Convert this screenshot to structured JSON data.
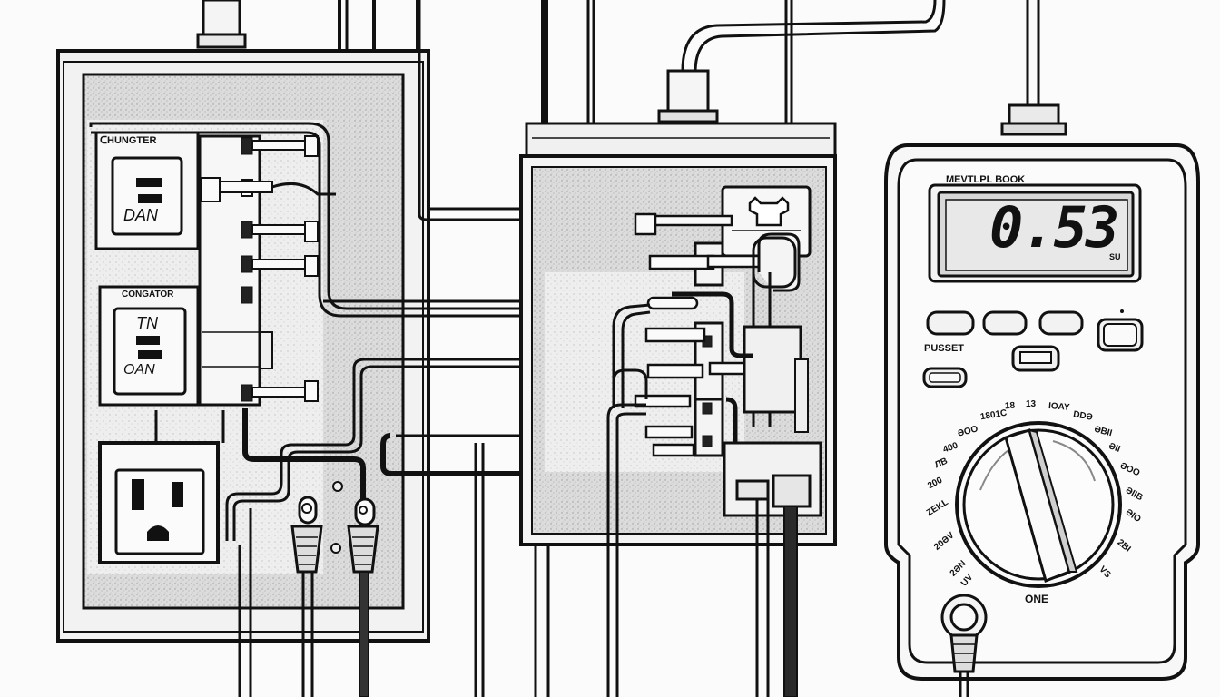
{
  "scene": {
    "description": "Line illustration of an electrical wiring panel, a junction box and a digital multimeter",
    "colors": {
      "ink": "#111111",
      "paper": "#fbfbfb",
      "panel_shade": "#d9d9d9",
      "lcd_bg": "#e6e6e6"
    }
  },
  "left_panel": {
    "breaker_top": {
      "title": "ᑕHUNGTER",
      "switch_label": "DAN"
    },
    "breaker_bottom": {
      "title": "CONGATOR",
      "switch_top_label": "TN",
      "switch_bottom_label": "OAN"
    },
    "outlet": {
      "type": "NEMA 5-15 receptacle"
    },
    "plugs": [
      "ring-terminal-plug-left",
      "ring-terminal-plug-right"
    ]
  },
  "junction_box": {
    "relay_icon": "relay-icon"
  },
  "multimeter": {
    "brand": "MEVTLPL BOOK",
    "display_value": "0.53",
    "display_unit": "SU",
    "buttons": [
      "btn-1",
      "btn-2",
      "btn-3",
      "btn-4"
    ],
    "preset_label": "PUSSET",
    "dial_bottom_label": "ONE",
    "dial_marks": [
      {
        "text": "2ƏN",
        "angle": -130
      },
      {
        "text": "20ƏV",
        "angle": -112
      },
      {
        "text": "ZEKL",
        "angle": -92
      },
      {
        "text": "200",
        "angle": -78
      },
      {
        "text": "ЛB",
        "angle": -66
      },
      {
        "text": "400",
        "angle": -56
      },
      {
        "text": "ƏOO",
        "angle": -43
      },
      {
        "text": "1801C",
        "angle": -27
      },
      {
        "text": "18",
        "angle": -12
      },
      {
        "text": "13",
        "angle": 0
      },
      {
        "text": "IOAY",
        "angle": 13
      },
      {
        "text": "DDƏ",
        "angle": 28
      },
      {
        "text": "ƏBII",
        "angle": 43
      },
      {
        "text": "ƏII",
        "angle": 56
      },
      {
        "text": "ƏOO",
        "angle": 70
      },
      {
        "text": "ƏIIB",
        "angle": 84
      },
      {
        "text": "ƏIO",
        "angle": 97
      },
      {
        "text": "2BI",
        "angle": 115
      },
      {
        "text": "VS",
        "angle": 133
      },
      {
        "text": "UV",
        "angle": -140
      }
    ]
  }
}
